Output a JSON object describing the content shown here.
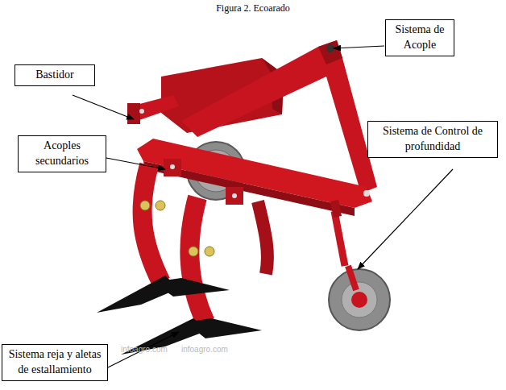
{
  "diagram": {
    "title": "Figura 2. Ecoarado",
    "nodes": [
      {
        "text": [
          "Sistema de Acople"
        ]
      },
      {
        "text": [
          "Bastidor"
        ]
      },
      {
        "text": [
          "Acoples secundarios"
        ]
      },
      {
        "text": [
          "Sistema de Control de profundidad"
        ]
      },
      {
        "text": [
          "Sistema reja y aletas de estallamiento"
        ]
      }
    ],
    "labels": [
      "infoagro.com",
      "infoagro.com"
    ]
  }
}
